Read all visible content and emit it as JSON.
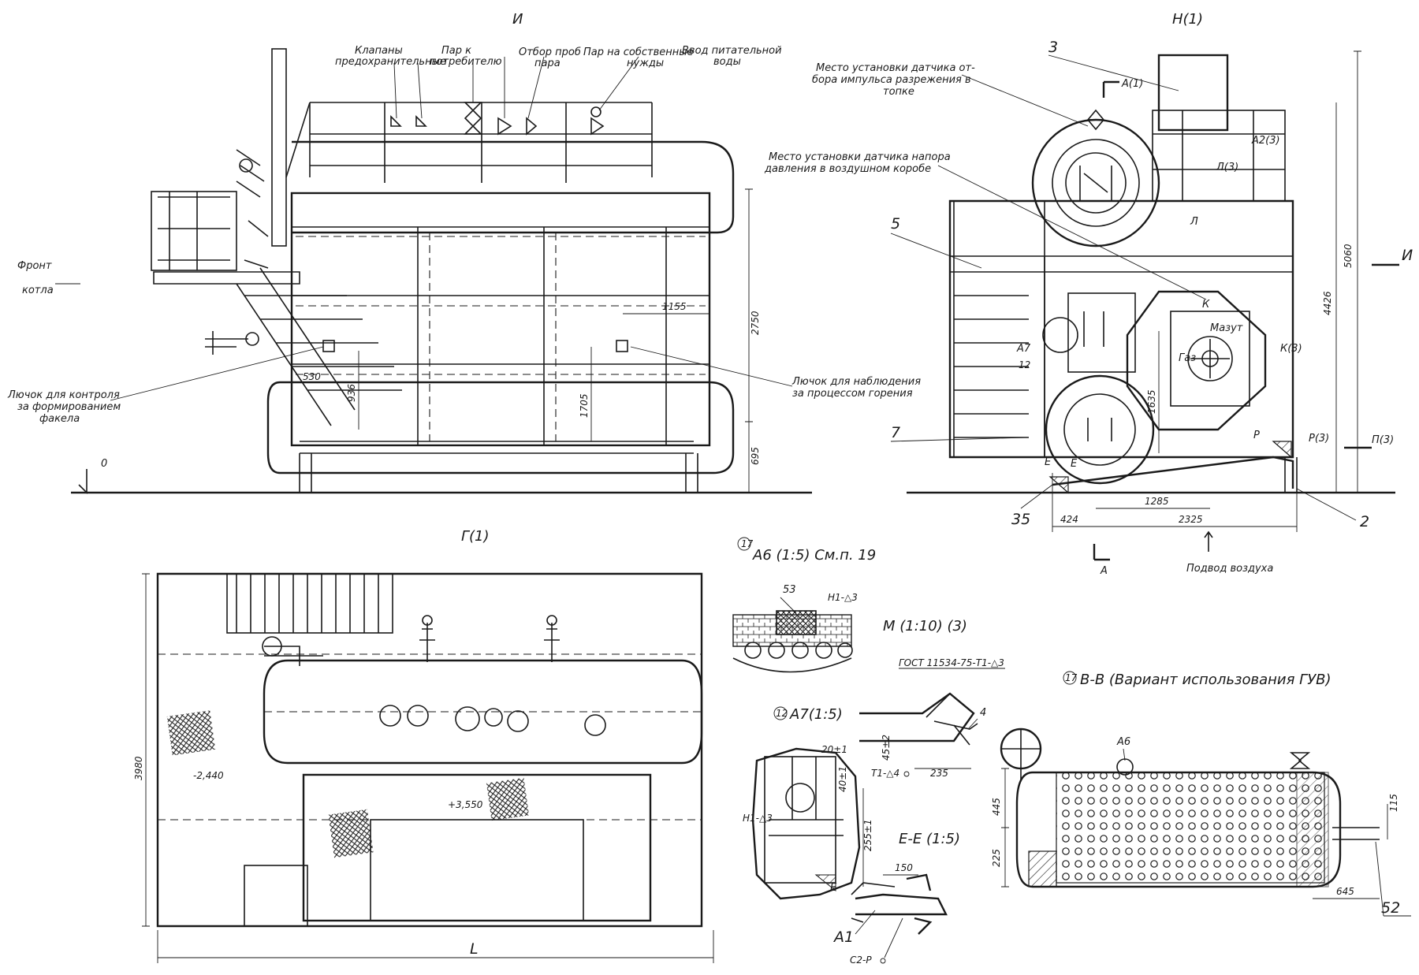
{
  "views": {
    "I": {
      "title": "И"
    },
    "N": {
      "title": "Н(1)"
    },
    "G": {
      "title": "Г(1)"
    },
    "A6": {
      "title": "А6 (1:5) См.п. 19",
      "circle": "17"
    },
    "M": {
      "title": "М (1:10) (3)"
    },
    "A7": {
      "title": "А7(1:5)",
      "circle": "12"
    },
    "EE": {
      "title": "Е-Е   (1:5)"
    },
    "BB": {
      "title": "В-В (Вариант использования ГУВ)",
      "circle": "17"
    }
  },
  "labels_i": {
    "valves": "Клапаны",
    "valves2": "предохранительные",
    "steam_to": "Пар к",
    "steam_to2": "потребителю",
    "sample": "Отбор проб",
    "sample2": "пара",
    "own_needs": "Пар на собственные",
    "own_needs2": "нужды",
    "feed_in": "Ввод питательной",
    "feed_in2": "воды",
    "front": "Фронт",
    "front2": "котла",
    "hatch_control": "Лючок для контроля",
    "hatch_control2": "за формированием",
    "hatch_control3": "факела",
    "hatch_observe": "Лючок для наблюдения",
    "hatch_observe2": "за процессом горения",
    "zero": "0"
  },
  "dims_i": {
    "d2750": "2750",
    "d695": "695",
    "d1155": "1155",
    "d530": "530",
    "d936": "936",
    "d1705": "1705"
  },
  "labels_n": {
    "sensor1": "Место установки датчика от-",
    "sensor1b": "бора импульса разрежения в",
    "sensor1c": "топке",
    "sensor2": "Место установки датчика напора",
    "sensor2b": "давления в воздушном коробе",
    "air": "Подвод воздуха",
    "callout3": "3",
    "callout5": "5",
    "callout7": "7",
    "callout35": "35",
    "callout2": "2",
    "a1": "А(1)",
    "a_bottom": "А",
    "a2": "А2(3)",
    "l3": "Л(3)",
    "l": "Л",
    "k": "К",
    "k3": "К(3)",
    "a7": "А7",
    "a7n": "12",
    "e_left": "Е",
    "e_right": "Е",
    "p": "Р",
    "p3": "Р(3)",
    "gas": "Газ",
    "mazut": "Мазут",
    "i_right": "И",
    "p_right": "П(3)"
  },
  "dims_n": {
    "d5060": "5060",
    "d4426": "4426",
    "d1635": "1635",
    "d1285": "1285",
    "d424": "424",
    "d2325": "2325"
  },
  "labels_g": {
    "d3980": "3980",
    "mark1": "-2,440",
    "mark2": "+3,550",
    "length": "L"
  },
  "labels_details": {
    "a6_53": "53",
    "a6_weld": "Н1-△3",
    "m_gost": "ГОСТ 11534-75-Т1-△3",
    "m_4": "4",
    "m_weld": "Т1-△4",
    "m_235": "235",
    "m_452": "45±2",
    "a7_20": "20±1",
    "a7_40": "40±1",
    "a7_255": "255±1",
    "a7_weld": "Н1-△3",
    "a7_e": "Е",
    "ee_150": "150",
    "ee_a1": "А1",
    "ee_weld": "С2-Р",
    "bb_a6": "А6",
    "bb_445": "445",
    "bb_225": "225",
    "bb_115": "115",
    "bb_645": "645",
    "bb_52": "52"
  }
}
